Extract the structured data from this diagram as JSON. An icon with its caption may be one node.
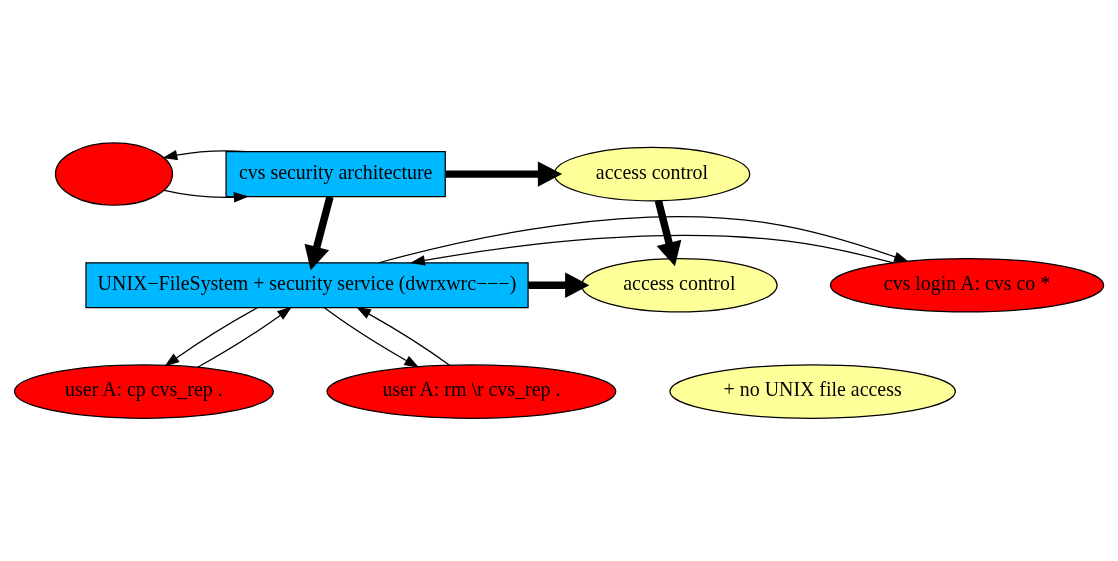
{
  "diagram": {
    "nodes": [
      {
        "text": [],
        "shape": "ellipse"
      },
      {
        "text": [
          "cvs security architecture"
        ]
      },
      {
        "text": [
          "access control"
        ]
      },
      {
        "text": [
          "cvs login A: cvs co *"
        ]
      },
      {
        "text": [
          "UNIX−FileSystem + security service (dwrxwrc−−−)"
        ]
      },
      {
        "text": [
          "user A: cp cvs_rep ."
        ]
      },
      {
        "text": [
          "user A: rm \\r cvs_rep ."
        ]
      },
      {
        "text": [
          "access control"
        ]
      },
      {
        "text": [
          "+ no UNIX file access"
        ]
      }
    ],
    "edges": [
      {
        "from": 0,
        "to": 1,
        "arrow": "to"
      },
      {
        "from": 1,
        "to": 0,
        "arrow": "to"
      },
      {
        "from": 1,
        "to": 2,
        "arrow": "to",
        "style": "thick"
      },
      {
        "from": 1,
        "to": 4,
        "arrow": "to",
        "style": "thick"
      },
      {
        "from": 2,
        "to": 7,
        "arrow": "to",
        "style": "thick"
      },
      {
        "from": 3,
        "to": 4,
        "arrow": "to"
      },
      {
        "from": 4,
        "to": 3,
        "arrow": "to"
      },
      {
        "from": 5,
        "to": 4,
        "arrow": "to"
      },
      {
        "from": 4,
        "to": 5,
        "arrow": "to"
      },
      {
        "from": 4,
        "to": 6,
        "arrow": "to"
      },
      {
        "from": 6,
        "to": 4,
        "arrow": "to"
      },
      {
        "from": 4,
        "to": 7,
        "arrow": "to",
        "style": "thick"
      }
    ]
  }
}
